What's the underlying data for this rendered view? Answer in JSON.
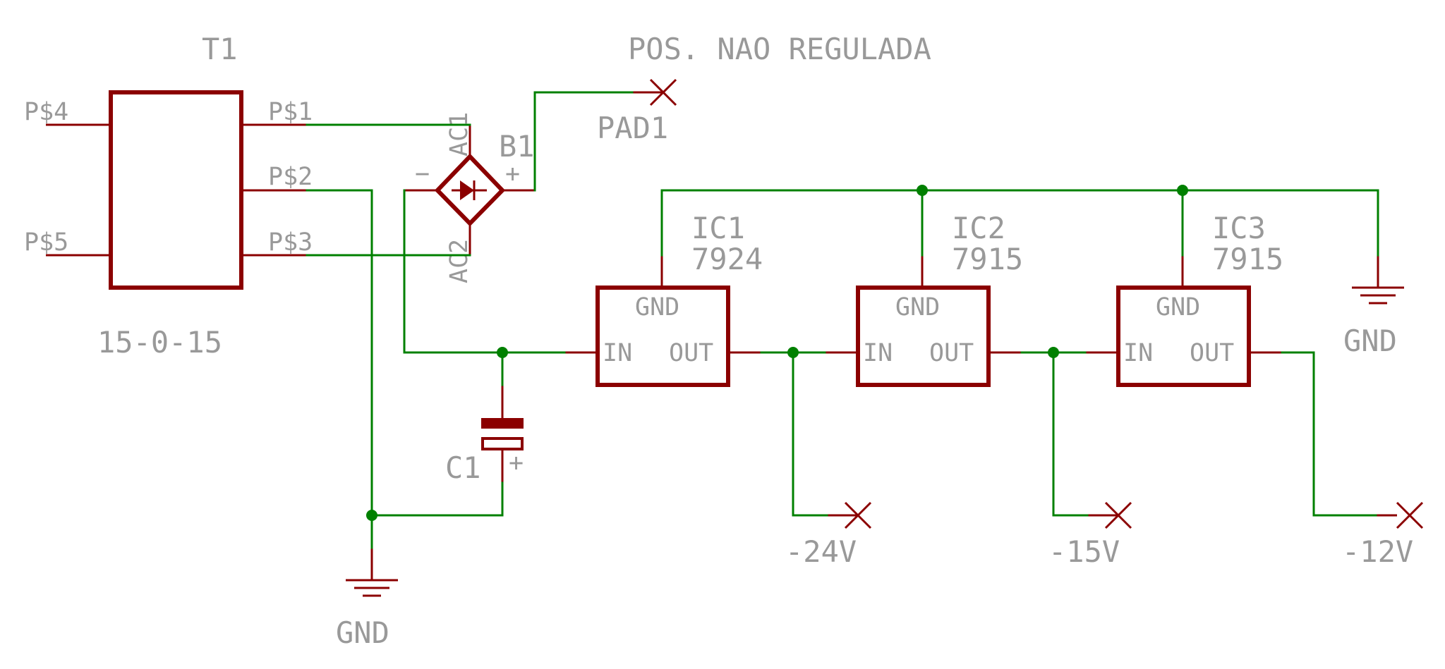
{
  "transformer": {
    "name": "T1",
    "value": "15-0-15",
    "pins": {
      "p4": "P$4",
      "p5": "P$5",
      "p1": "P$1",
      "p2": "P$2",
      "p3": "P$3"
    }
  },
  "bridge": {
    "name": "B1",
    "ac1": "AC1",
    "ac2": "AC2",
    "minus": "−",
    "plus": "+"
  },
  "pad1": {
    "name": "PAD1",
    "label": "POS. NAO REGULADA"
  },
  "capacitor": {
    "name": "C1",
    "polarity": "+"
  },
  "regulators": [
    {
      "name": "IC1",
      "value": "7924",
      "gnd": "GND",
      "in": "IN",
      "out": "OUT"
    },
    {
      "name": "IC2",
      "value": "7915",
      "gnd": "GND",
      "in": "IN",
      "out": "OUT"
    },
    {
      "name": "IC3",
      "value": "7915",
      "gnd": "GND",
      "in": "IN",
      "out": "OUT"
    }
  ],
  "outputs": [
    {
      "label": "-24V"
    },
    {
      "label": "-15V"
    },
    {
      "label": "-12V"
    }
  ],
  "ground_symbols": [
    {
      "label": "GND"
    },
    {
      "label": "GND"
    }
  ],
  "colors": {
    "wire": "#008000",
    "part": "#8b0000",
    "label": "#999999"
  }
}
